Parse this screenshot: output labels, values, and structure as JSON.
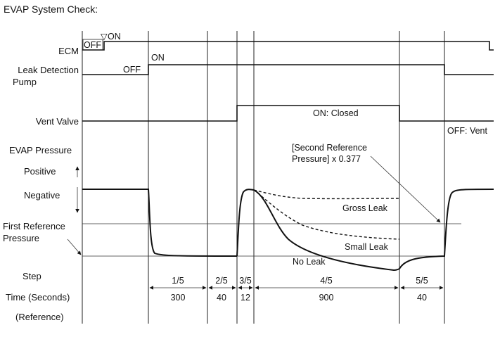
{
  "title": "EVAP System Check:",
  "labels": {
    "ecm": "ECM",
    "pump_line1": "Leak Detection",
    "pump_line2": "Pump",
    "vent_valve": "Vent Valve",
    "evap_pressure": "EVAP Pressure",
    "positive": "Positive",
    "negative": "Negative",
    "first_ref_line1": "First Reference",
    "first_ref_line2": "Pressure",
    "step": "Step",
    "time": "Time (Seconds)",
    "reference": "(Reference)"
  },
  "annotations": {
    "ecm_off": "OFF",
    "ecm_on": "ON",
    "ecm_on_marker": "▽",
    "pump_off": "OFF",
    "pump_on": "ON",
    "vent_on": "ON: Closed",
    "vent_off": "OFF: Vent",
    "second_ref_line1": "[Second Reference",
    "second_ref_line2": "Pressure] x 0.377",
    "gross_leak": "Gross Leak",
    "small_leak": "Small Leak",
    "no_leak": "No Leak"
  },
  "steps": [
    {
      "step": "1/5",
      "time": "300"
    },
    {
      "step": "2/5",
      "time": "40"
    },
    {
      "step": "3/5",
      "time": "12"
    },
    {
      "step": "4/5",
      "time": "900"
    },
    {
      "step": "5/5",
      "time": "40"
    }
  ]
}
